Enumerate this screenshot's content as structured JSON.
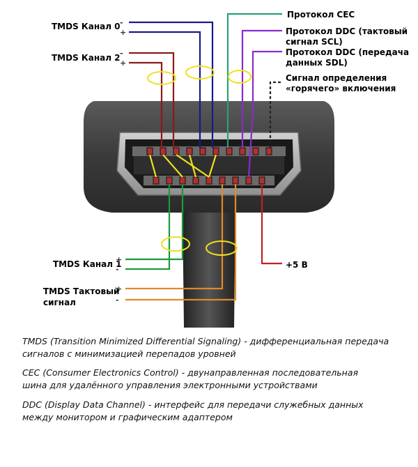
{
  "labels": {
    "tmds0": "TMDS Канал 0",
    "tmds2": "TMDS Канал 2",
    "tmds1": "TMDS Канал 1",
    "tmds_clock_line1": "TMDS Тактовый",
    "tmds_clock_line2": "сигнал",
    "cec": "Протокол CEC",
    "ddc_scl_line1": "Протокол DDC (тактовый",
    "ddc_scl_line2": "сигнал SCL)",
    "ddc_sda_line1": "Протокол DDC (передача",
    "ddc_sda_line2": "данных SDL)",
    "hotplug_line1": "Сигнал определения",
    "hotplug_line2": "«горячего»  включения",
    "power": "+5 В"
  },
  "signs": {
    "minus": "-",
    "plus": "+"
  },
  "legend": {
    "tmds_line1": "TMDS (Transition Minimized Differential Signaling) - дифференциальная передача",
    "tmds_line2": "сигналов с минимизацией перепадов уровней",
    "cec_line1": "CEC (Consumer Electronics Control) - двунаправленная последовательная",
    "cec_line2": "шина для удалённого управления электронными устройствами",
    "ddc_line1": "DDC (Display Data Channel) - интерфейс для передачи служебных данных",
    "ddc_line2": "между монитором и графическим адаптером"
  },
  "colors": {
    "tmds0": "#1a1a8c",
    "tmds2": "#8b1a1a",
    "tmds1": "#1a9a3a",
    "tmds_clock": "#e08a2a",
    "cec": "#2aa07a",
    "ddc": "#8a2ad0",
    "hotplug": "#222222",
    "power": "#c02020",
    "shield": "#f0e020"
  }
}
